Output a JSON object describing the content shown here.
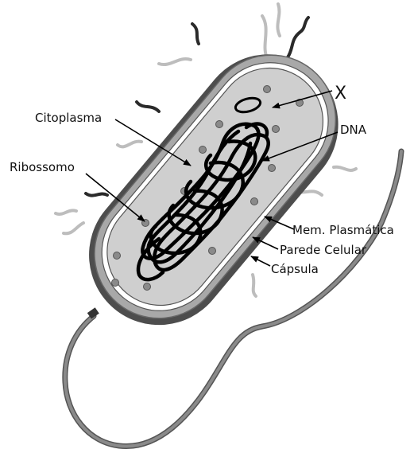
{
  "labels": {
    "x_mark": "X",
    "citoplasma": "Citoplasma",
    "dna": "DNA",
    "ribossomo": "Ribossomo",
    "membrana": "Mem. Plasmática",
    "parede": "Parede Celular",
    "capsula": "Cápsula"
  },
  "colors": {
    "capsule_dark": "#4d4d4d",
    "capsule_shadow": "#5a5a5a",
    "cell_wall": "#a8a8a8",
    "membrane": "#ffffff",
    "cytoplasm": "#cfcfcf",
    "ribosome": "#8a8a8a",
    "pili_light": "#c8c8c8",
    "pili_dark": "#2a2a2a",
    "flagellum": "#777777",
    "dna": "#000000",
    "arrow": "#000000"
  },
  "icons": {
    "arrow": "arrow-icon"
  }
}
